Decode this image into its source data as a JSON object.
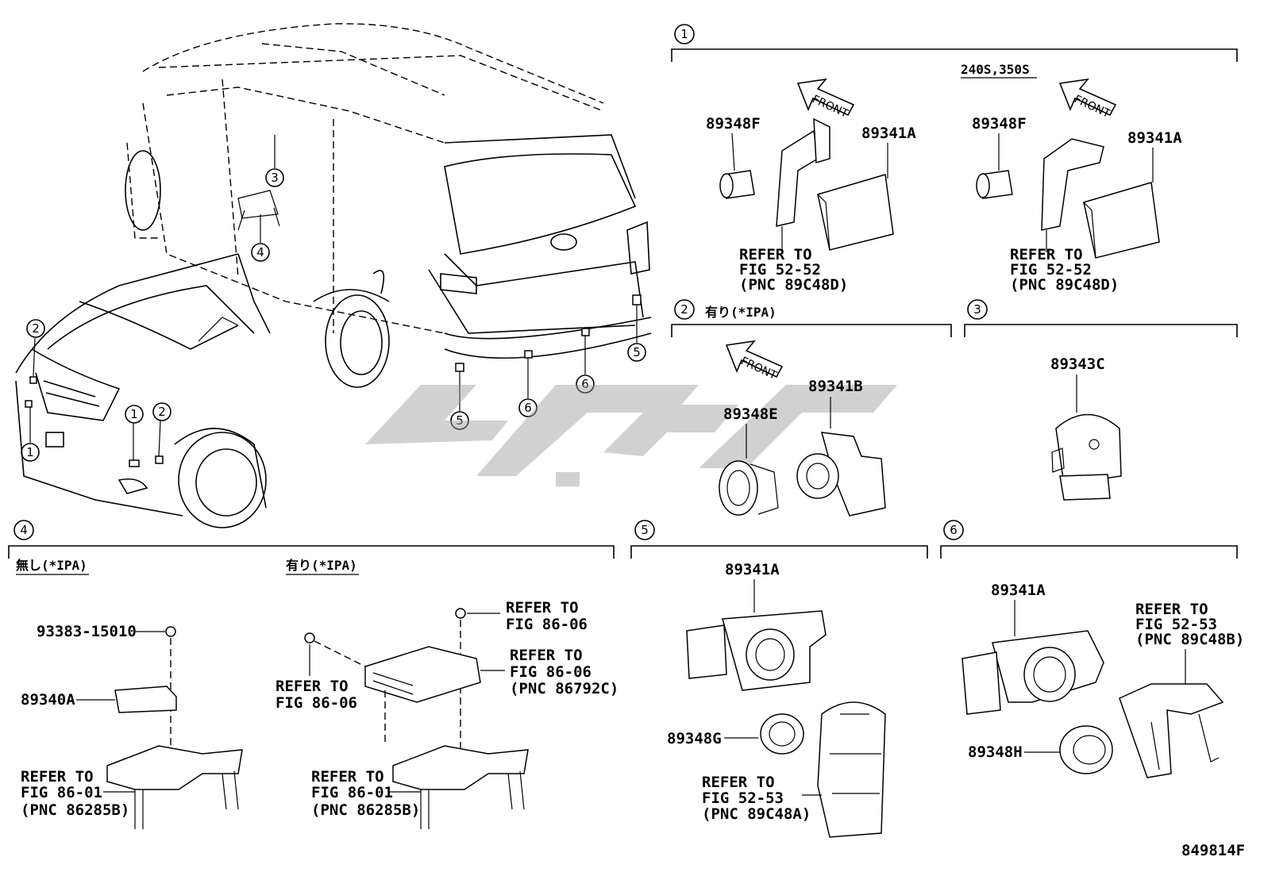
{
  "sections": [
    {
      "num": "1",
      "note": "240S,350S"
    },
    {
      "num": "2",
      "note": "有り(*IPA)"
    },
    {
      "num": "3"
    },
    {
      "num": "4",
      "note_left": "無し(*IPA)",
      "note_right": "有り(*IPA)"
    },
    {
      "num": "5"
    },
    {
      "num": "6"
    }
  ],
  "front_label": "FRONT",
  "parts": {
    "s1_left_bezel": "89348F",
    "s1_left_sensor": "89341A",
    "s1_right_bezel": "89348F",
    "s1_right_sensor": "89341A",
    "s2_bezel": "89348E",
    "s2_sensor": "89341B",
    "s3_sensor": "89343C",
    "s4_bolt": "93383-15010",
    "s4_ecu": "89340A",
    "s5_sensor": "89341A",
    "s5_bezel": "89348G",
    "s6_sensor": "89341A",
    "s6_bezel": "89348H"
  },
  "refs": {
    "s1_left": [
      "REFER TO",
      "FIG 52-52",
      "(PNC 89C48D)"
    ],
    "s1_right": [
      "REFER TO",
      "FIG 52-52",
      "(PNC 89C48D)"
    ],
    "s4_left_bracket": [
      "REFER TO",
      "FIG 86-01",
      "(PNC 86285B)"
    ],
    "s4_right_bolt_top": [
      "REFER TO",
      "FIG 86-06"
    ],
    "s4_right_ecu": [
      "REFER TO",
      "FIG 86-06",
      "(PNC 86792C)"
    ],
    "s4_right_bolt_left": [
      "REFER TO",
      "FIG 86-06"
    ],
    "s4_right_bracket": [
      "REFER TO",
      "FIG 86-01",
      "(PNC 86285B)"
    ],
    "s5_holder": [
      "REFER TO",
      "FIG 52-53",
      "(PNC 89C48A)"
    ],
    "s6_holder": [
      "REFER TO",
      "FIG 52-53",
      "(PNC 89C48B)"
    ]
  },
  "callouts": {
    "c1": "1",
    "c2": "2",
    "c3": "3",
    "c4": "4",
    "c5": "5",
    "c6": "6"
  },
  "figure_id": "849814F"
}
